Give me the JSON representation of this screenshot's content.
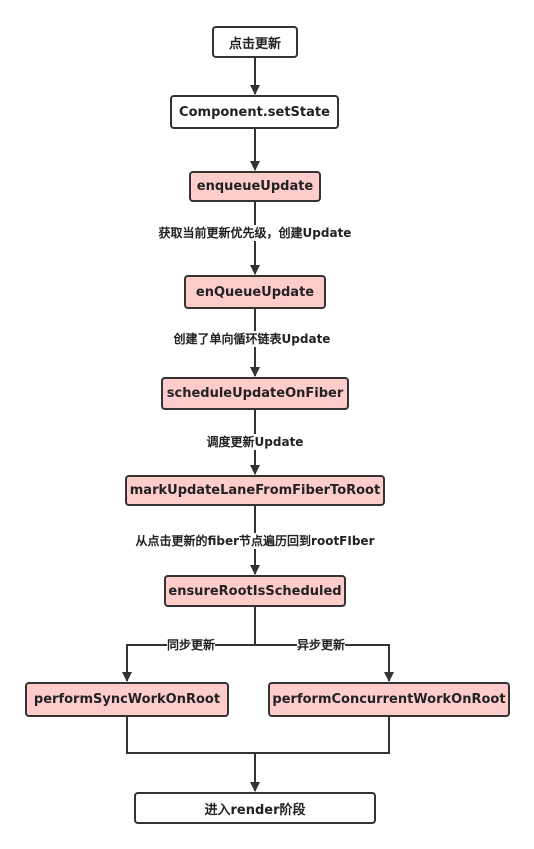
{
  "colors": {
    "stroke": "#333333",
    "pink_fill": "#ffcccc",
    "plain_fill": "#ffffff"
  },
  "nodes": {
    "click_update": "点击更新",
    "set_state": "Component.setState",
    "enqueue_update": "enqueueUpdate",
    "en_queue_update": "enQueueUpdate",
    "schedule_update_on_fiber": "scheduleUpdateOnFiber",
    "mark_update_lane": "markUpdateLaneFromFiberToRoot",
    "ensure_root_scheduled": "ensureRootIsScheduled",
    "perform_sync": "performSyncWorkOnRoot",
    "perform_concurrent": "performConcurrentWorkOnRoot",
    "enter_render": "进入render阶段"
  },
  "edge_labels": {
    "get_priority": "获取当前更新优先级，创建Update",
    "create_circular_list": "创建了单向循环链表Update",
    "schedule_update": "调度更新Update",
    "traverse_to_root": "从点击更新的fiber节点遍历回到rootFIber",
    "sync_update": "同步更新",
    "async_update": "异步更新"
  }
}
